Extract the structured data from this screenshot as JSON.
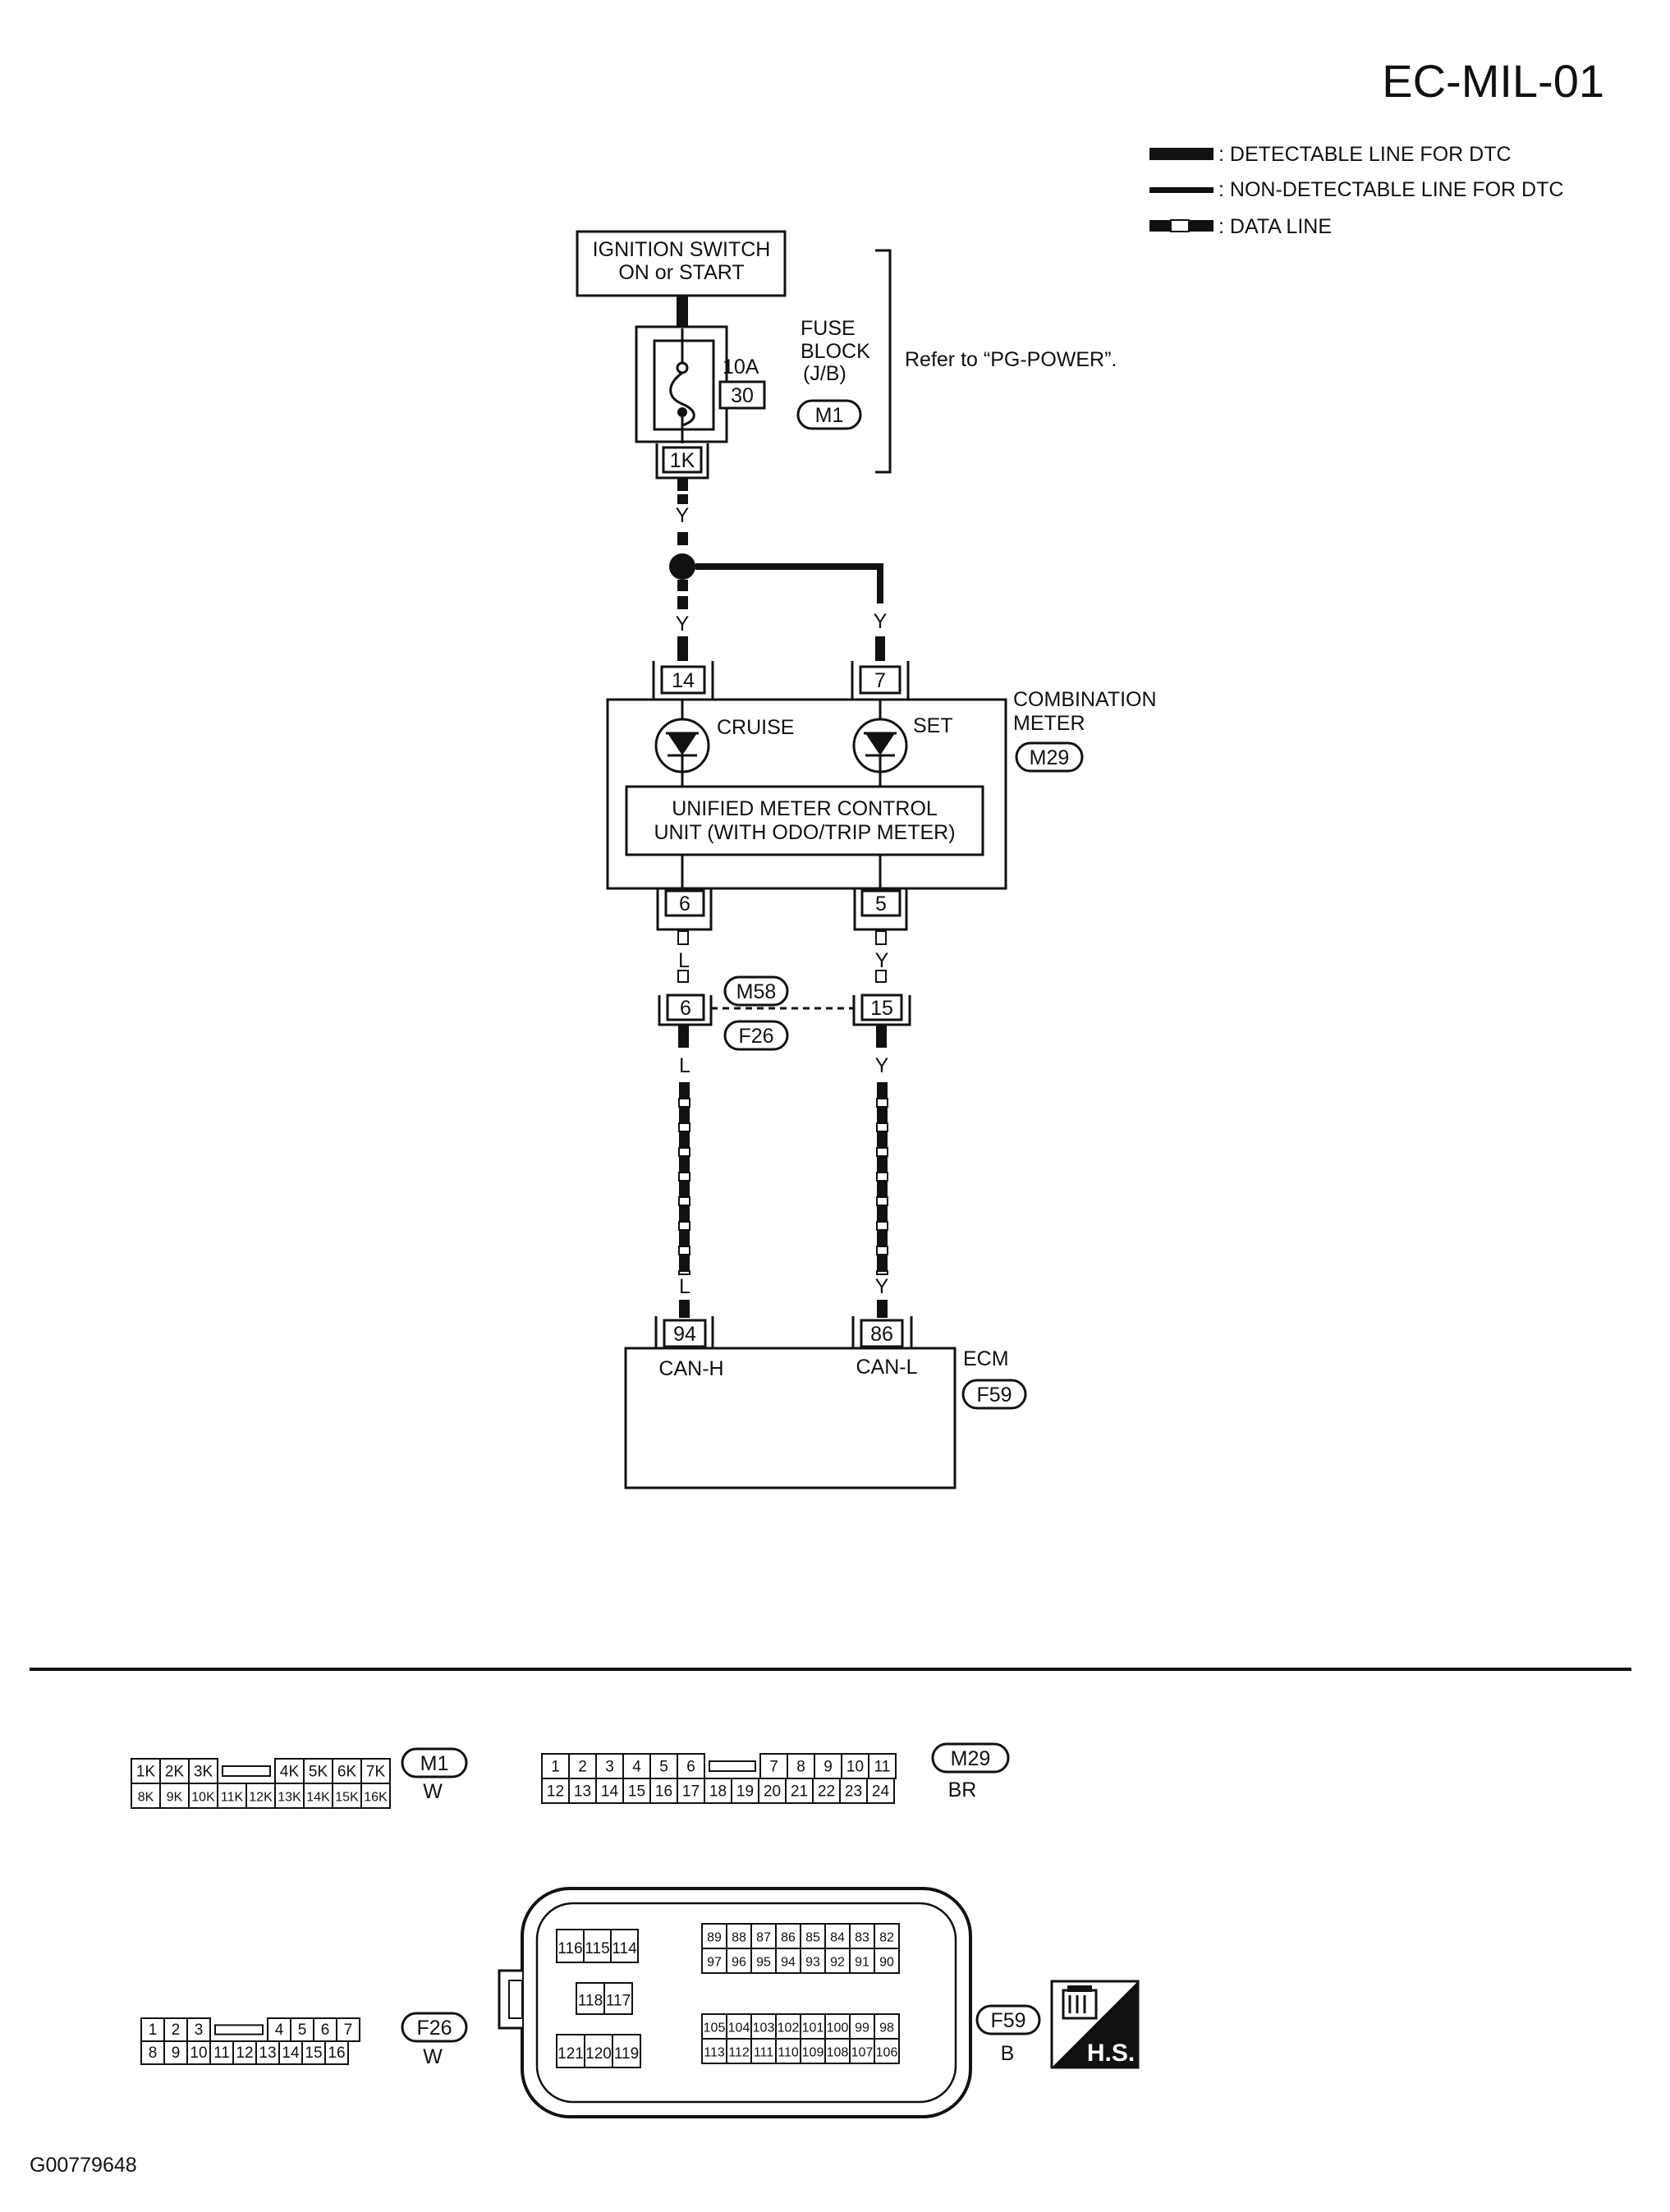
{
  "title": "EC-MIL-01",
  "legend": [
    {
      "id": "detectable",
      "label": ": DETECTABLE LINE FOR DTC"
    },
    {
      "id": "nondetectable",
      "label": ": NON-DETECTABLE LINE FOR DTC"
    },
    {
      "id": "data",
      "label": ": DATA LINE"
    }
  ],
  "ignition_switch": {
    "line1": "IGNITION SWITCH",
    "line2": "ON or START"
  },
  "fuse_block": {
    "label1": "FUSE",
    "label2": "BLOCK",
    "label3": "(J/B)",
    "amp": "10A",
    "fuse_no": "30",
    "connector": "M1",
    "terminal": "1K",
    "refer": "Refer to “PG-POWER”."
  },
  "wires": {
    "y": "Y",
    "l": "L"
  },
  "combination_meter": {
    "label1": "COMBINATION",
    "label2": "METER",
    "connector": "M29",
    "terminal_left_top": "14",
    "terminal_right_top": "7",
    "lamp_left": "CRUISE",
    "lamp_right": "SET",
    "unit_line1": "UNIFIED METER CONTROL",
    "unit_line2": "UNIT (WITH ODO/TRIP METER)",
    "terminal_left_bottom": "6",
    "terminal_right_bottom": "5"
  },
  "joint": {
    "left_terminal": "6",
    "right_terminal": "15",
    "conn_top": "M58",
    "conn_bottom": "F26"
  },
  "ecm": {
    "label": "ECM",
    "connector": "F59",
    "terminal_left": "94",
    "terminal_right": "86",
    "pin_left": "CAN-H",
    "pin_right": "CAN-L"
  },
  "connectors": {
    "m1": {
      "id": "M1",
      "color": "W",
      "row1": [
        "1K",
        "2K",
        "3K",
        "4K",
        "5K",
        "6K",
        "7K"
      ],
      "row2": [
        "8K",
        "9K",
        "10K",
        "11K",
        "12K",
        "13K",
        "14K",
        "15K",
        "16K"
      ]
    },
    "m29": {
      "id": "M29",
      "color": "BR",
      "row1": [
        "1",
        "2",
        "3",
        "4",
        "5",
        "6",
        "7",
        "8",
        "9",
        "10",
        "11"
      ],
      "row2": [
        "12",
        "13",
        "14",
        "15",
        "16",
        "17",
        "18",
        "19",
        "20",
        "21",
        "22",
        "23",
        "24"
      ]
    },
    "f26": {
      "id": "F26",
      "color": "W",
      "row1": [
        "1",
        "2",
        "3",
        "4",
        "5",
        "6",
        "7"
      ],
      "row2": [
        "8",
        "9",
        "10",
        "11",
        "12",
        "13",
        "14",
        "15",
        "16"
      ]
    },
    "f59": {
      "id": "F59",
      "color": "B",
      "g_a": [
        "116",
        "115",
        "114"
      ],
      "g_b": [
        "118",
        "117"
      ],
      "g_c": [
        "121",
        "120",
        "119"
      ],
      "g_d1": [
        "89",
        "88",
        "87",
        "86",
        "85",
        "84",
        "83",
        "82"
      ],
      "g_d2": [
        "97",
        "96",
        "95",
        "94",
        "93",
        "92",
        "91",
        "90"
      ],
      "g_e1": [
        "105",
        "104",
        "103",
        "102",
        "101",
        "100",
        "99",
        "98"
      ],
      "g_e2": [
        "113",
        "112",
        "111",
        "110",
        "109",
        "108",
        "107",
        "106"
      ]
    }
  },
  "hs_badge": "H.S.",
  "figure_id": "G00779648"
}
